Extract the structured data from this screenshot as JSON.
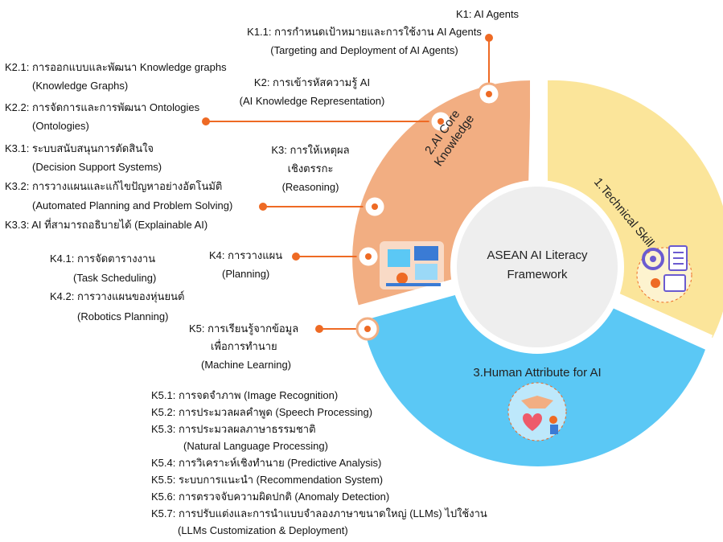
{
  "center": {
    "line1": "ASEAN AI Literacy",
    "line2": "Framework"
  },
  "segments": {
    "technical": "1.Technical Skill",
    "core_line1": "2.AI Core",
    "core_line2": "Knowledge",
    "human": "3.Human Attribute for AI"
  },
  "colors": {
    "technical": "#FBE59A",
    "core": "#F2AE82",
    "human": "#5BC8F5",
    "accent": "#EE6A24",
    "center": "#EEEEEE"
  },
  "k1": {
    "title": "K1: AI Agents",
    "sub1": "K1.1: การกำหนดเป้าหมายและการใช้งาน AI Agents",
    "sub1_en": "(Targeting and Deployment of AI Agents)"
  },
  "k2": {
    "title": "K2: การเข้ารหัสความรู้ AI",
    "title_en": "(AI Knowledge Representation)",
    "sub1": "K2.1: การออกแบบและพัฒนา Knowledge graphs",
    "sub1_en": "(Knowledge Graphs)",
    "sub2": "K2.2: การจัดการและการพัฒนา Ontologies",
    "sub2_en": "(Ontologies)"
  },
  "k3": {
    "title1": "K3: การให้เหตุผล",
    "title2": "เชิงตรรกะ",
    "title_en": "(Reasoning)",
    "sub1": "K3.1: ระบบสนับสนุนการตัดสินใจ",
    "sub1_en": "(Decision Support Systems)",
    "sub2": "K3.2: การวางแผนและแก้ไขปัญหาอย่างอัตโนมัติ",
    "sub2_en": "(Automated Planning and Problem Solving)",
    "sub3": "K3.3: AI ที่สามารถอธิบายได้ (Explainable AI)"
  },
  "k4": {
    "title": "K4: การวางแผน",
    "title_en": "(Planning)",
    "sub1": "K4.1: การจัดตารางงาน",
    "sub1_en": "(Task Scheduling)",
    "sub2": "K4.2: การวางแผนของหุ่นยนต์",
    "sub2_en": "(Robotics Planning)"
  },
  "k5": {
    "title1": "K5: การเรียนรู้จากข้อมูล",
    "title2": "เพื่อการทำนาย",
    "title_en": "(Machine Learning)",
    "items": [
      "K5.1: การจดจำภาพ (Image Recognition)",
      "K5.2: การประมวลผลคำพูด (Speech Processing)",
      "K5.3: การประมวลผลภาษาธรรมชาติ",
      "(Natural Language Processing)",
      "K5.4: การวิเคราะห์เชิงทำนาย (Predictive Analysis)",
      "K5.5: ระบบการแนะนำ (Recommendation System)",
      "K5.6: การตรวจจับความผิดปกติ (Anomaly Detection)",
      "K5.7: การปรับแต่งและการนำแบบจำลองภาษาขนาดใหญ่ (LLMs) ไปใช้งาน",
      "(LLMs Customization & Deployment)"
    ]
  }
}
